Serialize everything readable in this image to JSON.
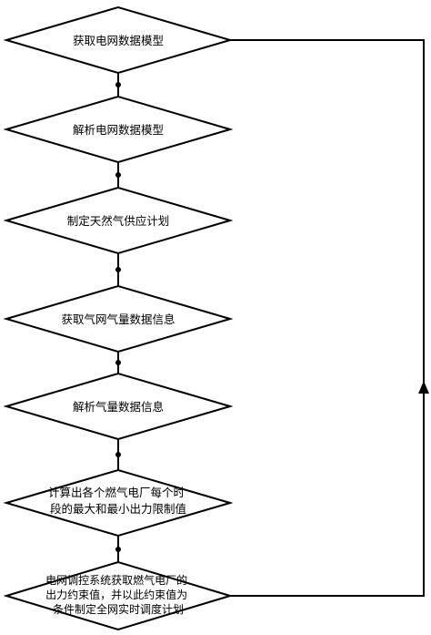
{
  "steps": [
    {
      "lines": [
        "获取电网数据模型"
      ]
    },
    {
      "lines": [
        "解析电网数据模型"
      ]
    },
    {
      "lines": [
        "制定天然气供应计划"
      ]
    },
    {
      "lines": [
        "获取气网气量数据信息"
      ]
    },
    {
      "lines": [
        "解析气量数据信息"
      ]
    },
    {
      "lines": [
        "计算出各个燃气电厂每个时",
        "段的最大和最小出力限制值"
      ]
    },
    {
      "lines": [
        "电网调控系统获取燃气电厂的",
        "出力约束值，并以此约束值为",
        "条件制定全网实时调度计划"
      ]
    }
  ]
}
